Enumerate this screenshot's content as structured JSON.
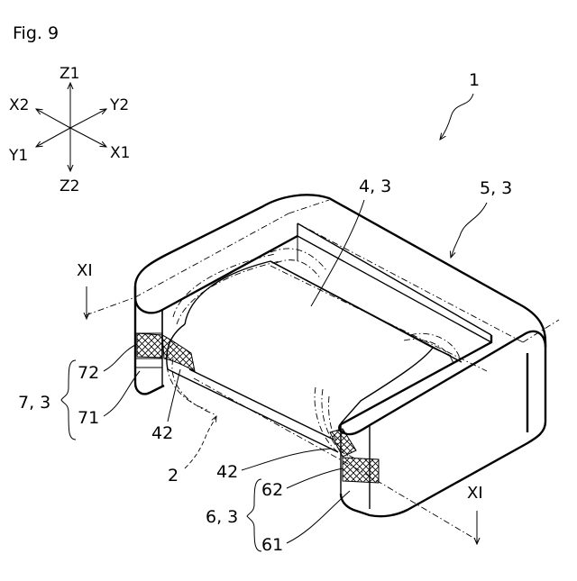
{
  "figure": {
    "title": "Fig. 9"
  },
  "axes": {
    "z1": "Z1",
    "z2": "Z2",
    "x1": "X1",
    "x2": "X2",
    "y1": "Y1",
    "y2": "Y2"
  },
  "labels": {
    "assembly": "1",
    "core_42_3": "4, 3",
    "core_5_3": "5, 3",
    "section_top": "XI",
    "section_bottom": "XI",
    "part_72": "72",
    "part_71": "71",
    "part_7_3": "7, 3",
    "part_42_left": "42",
    "part_2": "2",
    "part_42_right": "42",
    "part_62": "62",
    "part_6_3": "6, 3",
    "part_61": "61"
  }
}
